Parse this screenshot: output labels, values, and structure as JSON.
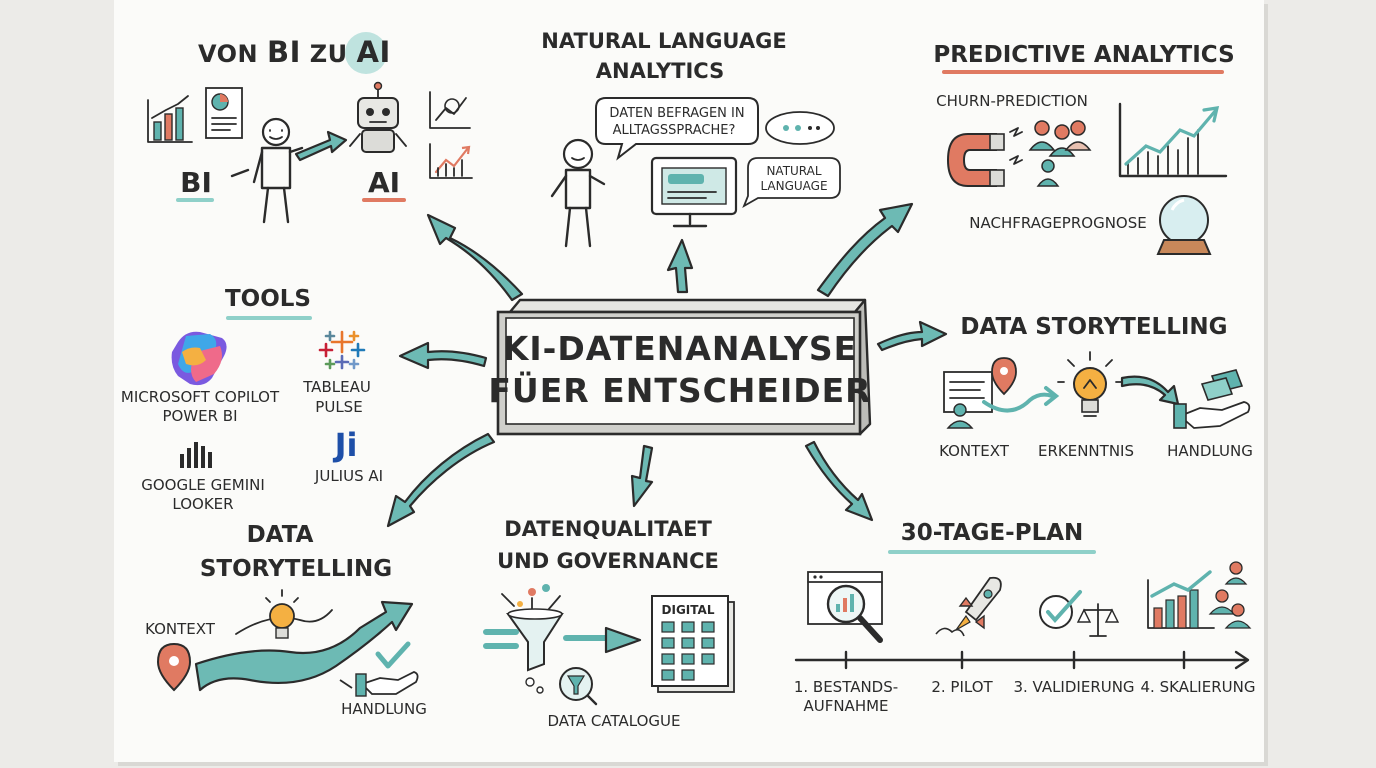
{
  "colors": {
    "accent_teal": "#5fb3ae",
    "accent_red": "#e07a62",
    "accent_orange": "#f0a040",
    "ink": "#2b2b2b",
    "paper": "#fbfbf9"
  },
  "center": {
    "line1": "KI-DATENANALYSE",
    "line2": "FÜER ENTSCHEIDER"
  },
  "bi_to_ai": {
    "title_prefix": "VON ",
    "title_bi": "BI",
    "title_mid": " ZU ",
    "title_ai": "AI",
    "label_bi": "BI",
    "label_ai": "AI",
    "icons": [
      "bar-chart-icon",
      "report-icon",
      "stick-figure-icon",
      "robot-icon",
      "growth-chart-icon"
    ]
  },
  "nla": {
    "title_line1": "NATURAL LANGUAGE",
    "title_line2": "ANALYTICS",
    "bubble_line1": "DATEN BEFRAGEN IN",
    "bubble_line2": "ALLTAGSSPRACHE?",
    "badge_line1": "NATURAL",
    "badge_line2": "LANGUAGE",
    "icons": [
      "speech-bubble-icon",
      "monitor-icon",
      "stick-figure-icon"
    ]
  },
  "predictive": {
    "title": "PREDICTIVE ANALYTICS",
    "churn": "CHURN-PREDICTION",
    "demand": "NACHFRAGEPROGNOSE",
    "icons": [
      "magnet-icon",
      "people-icon",
      "trend-chart-icon",
      "crystal-ball-icon"
    ]
  },
  "tools": {
    "title": "TOOLS",
    "items": [
      {
        "line1": "MICROSOFT COPILOT",
        "line2": "POWER BI",
        "icon": "copilot-icon"
      },
      {
        "line1": "TABLEAU",
        "line2": "PULSE",
        "icon": "tableau-icon"
      },
      {
        "line1": "GOOGLE GEMINI",
        "line2": "LOOKER",
        "icon": "looker-icon"
      },
      {
        "line1": "JULIUS AI",
        "line2": "",
        "icon": "julius-icon"
      }
    ],
    "julius_logo": "Ji"
  },
  "storytelling_right": {
    "title": "DATA STORYTELLING",
    "steps": [
      "KONTEXT",
      "ERKENNTNIS",
      "HANDLUNG"
    ],
    "icons": [
      "location-pin-icon",
      "lightbulb-icon",
      "hand-money-icon"
    ]
  },
  "storytelling_left": {
    "title_line1": "DATA",
    "title_line2": "STORYTELLING",
    "kontext": "KONTEXT",
    "handlung": "HANDLUNG",
    "icons": [
      "location-pin-icon",
      "lightbulb-icon",
      "checkmark-icon",
      "hand-icon"
    ]
  },
  "quality": {
    "title_line1": "DATENQUALITAET",
    "title_line2": "UND GOVERNANCE",
    "digital": "DIGITAL",
    "catalogue": "DATA CATALOGUE",
    "icons": [
      "funnel-icon",
      "catalogue-book-icon",
      "filter-search-icon"
    ]
  },
  "plan": {
    "title": "30-TAGE-PLAN",
    "steps": [
      {
        "line1": "1. BESTANDS-",
        "line2": "AUFNAHME",
        "icon": "browser-magnifier-icon"
      },
      {
        "line1": "2. PILOT",
        "line2": "",
        "icon": "rocket-icon"
      },
      {
        "line1": "3. VALIDIERUNG",
        "line2": "",
        "icon": "check-scale-icon"
      },
      {
        "line1": "4. SKALIERUNG",
        "line2": "",
        "icon": "growth-team-icon"
      }
    ]
  }
}
